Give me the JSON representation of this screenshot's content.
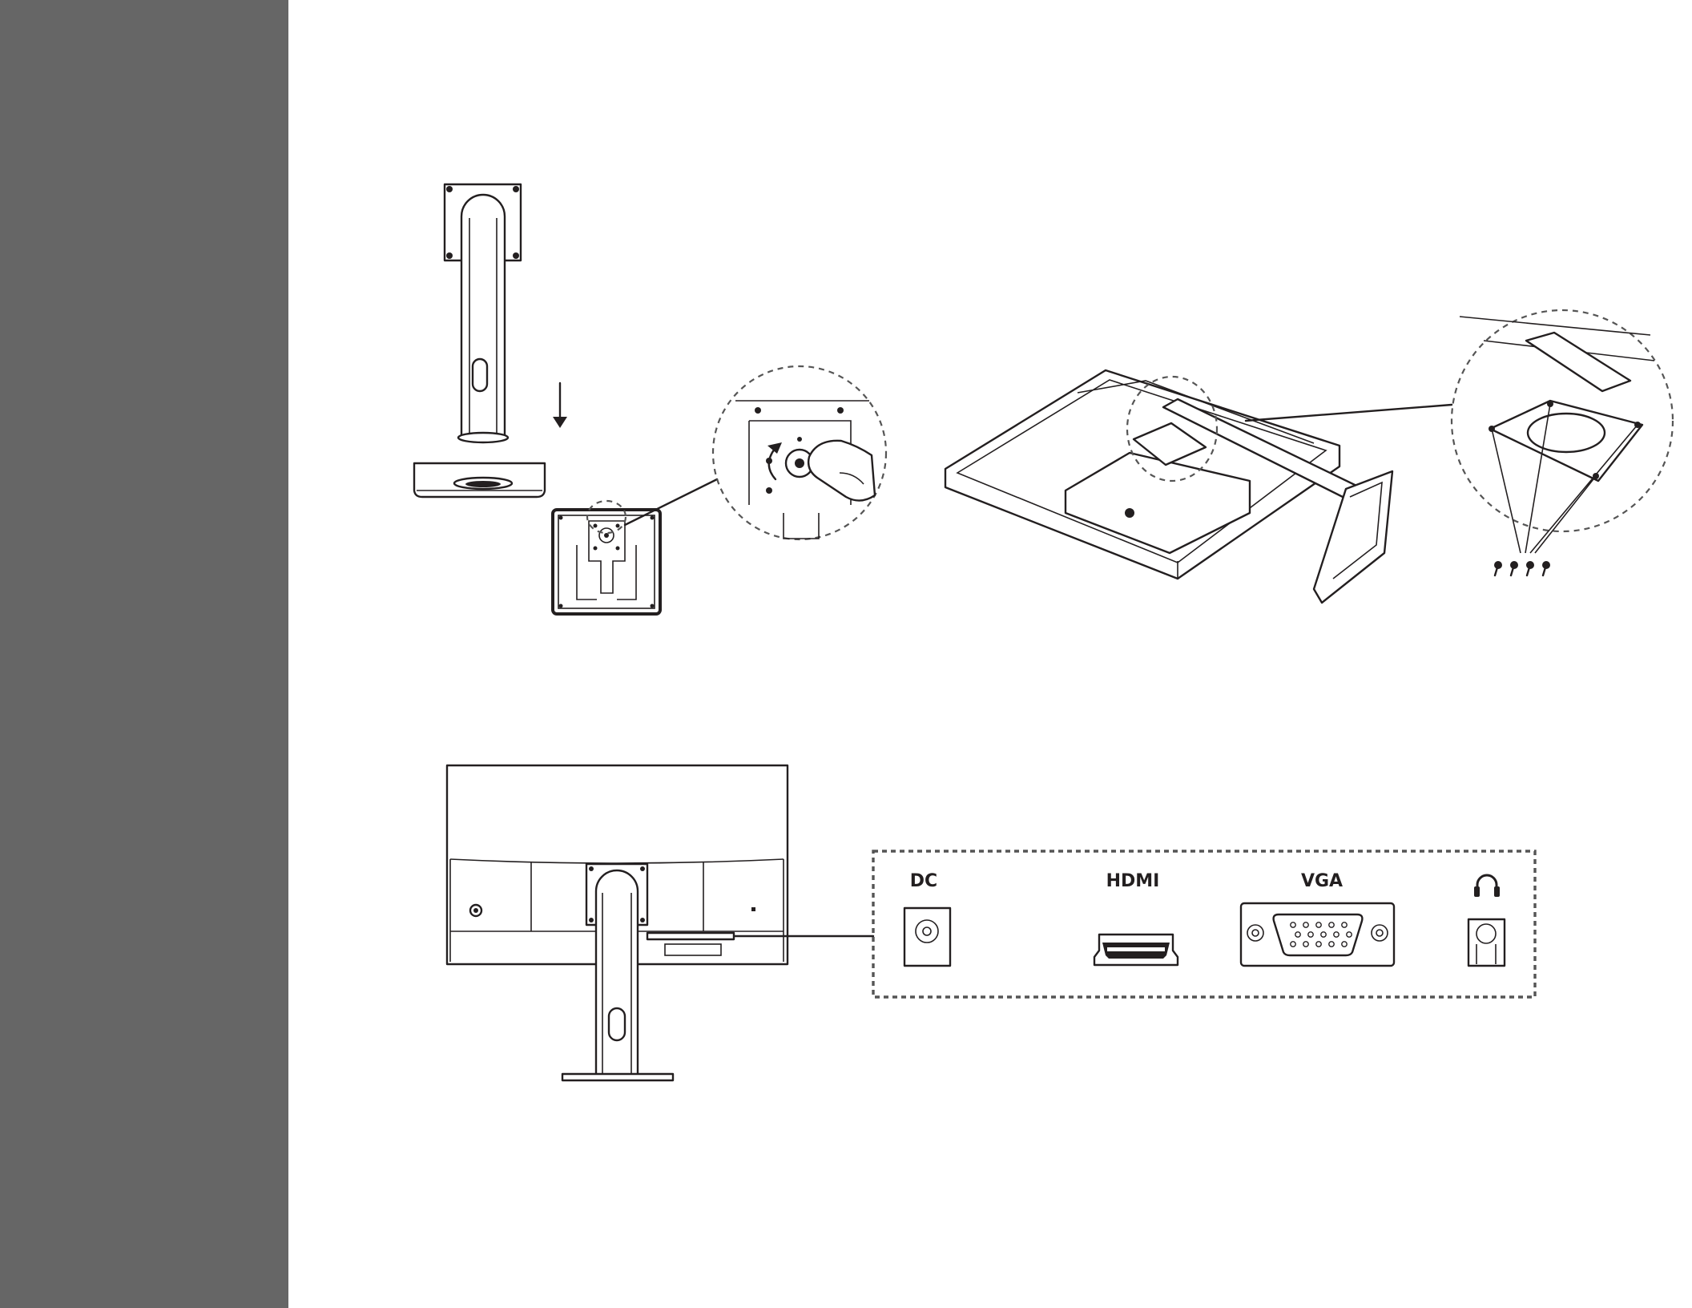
{
  "sidebar": {
    "color": "#666666"
  },
  "ports": {
    "dc_label": "DC",
    "hdmi_label": "HDMI",
    "vga_label": "VGA",
    "audio_icon": "headphones-icon"
  },
  "colors": {
    "line": "#231f20",
    "dash": "#555555"
  }
}
